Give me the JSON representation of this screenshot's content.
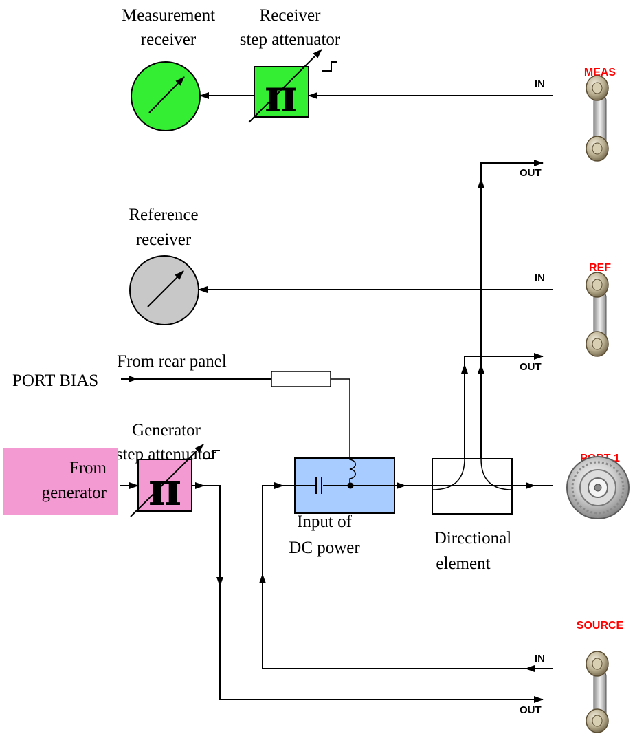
{
  "labels": {
    "meas_receiver_1": "Measurement",
    "meas_receiver_2": "receiver",
    "rx_atten_1": "Receiver",
    "rx_atten_2": "step attenuator",
    "ref_receiver_1": "Reference",
    "ref_receiver_2": "receiver",
    "from_rear_panel": "From rear panel",
    "port_bias": "PORT BIAS",
    "gen_atten_1": "Generator",
    "gen_atten_2": "step attenuator",
    "from_gen_1": "From",
    "from_gen_2": "generator",
    "dc_1": "Input of",
    "dc_2": "DC power",
    "dir_1": "Directional",
    "dir_2": "element"
  },
  "connectors": {
    "meas": "MEAS",
    "ref": "REF",
    "port1": "PORT 1",
    "source": "SOURCE",
    "in": "IN",
    "out": "OUT"
  },
  "colors": {
    "meas_receiver": "#33ee33",
    "rx_attenuator": "#33ee33",
    "ref_receiver": "#c8c8c8",
    "gen_attenuator": "#f49ad2",
    "from_generator_box": "#f49ad2",
    "dc_box": "#a8ccff",
    "connector_label": "#ff0000"
  },
  "icons": {
    "attenuator_symbol": "π"
  }
}
